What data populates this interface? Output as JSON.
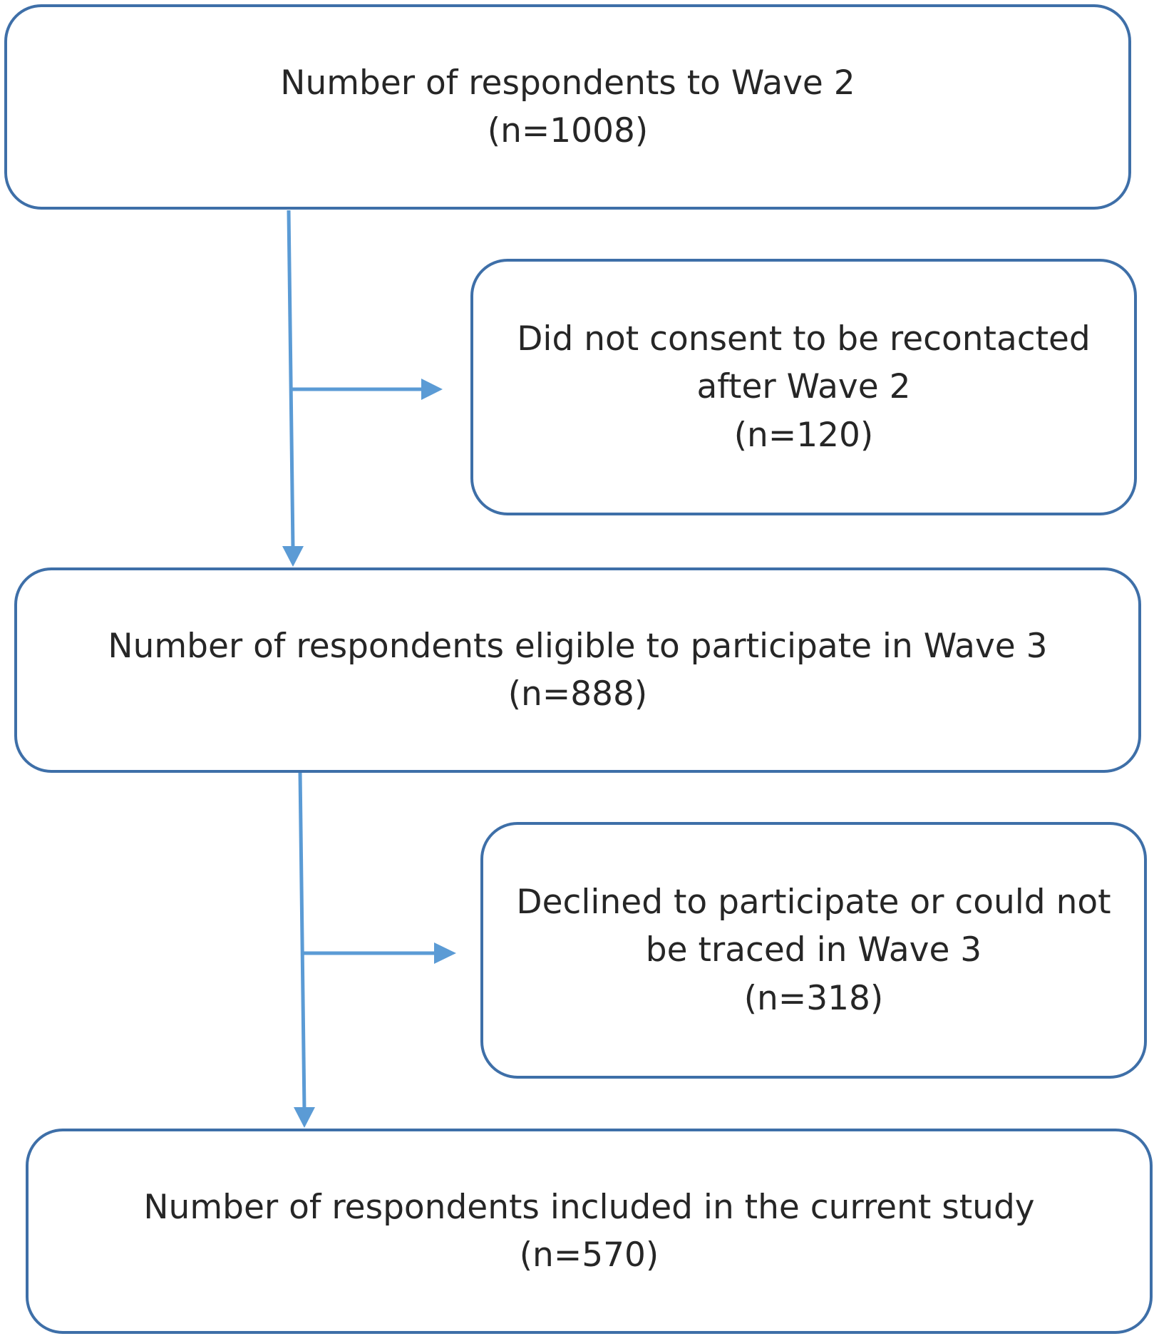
{
  "colors": {
    "border": "#3E6FA8",
    "arrow": "#5B9BD5",
    "text": "#262626",
    "background": "#ffffff"
  },
  "boxes": {
    "wave2": {
      "title": "Number of respondents to Wave 2",
      "count": "(n=1008)"
    },
    "no_consent": {
      "line1": "Did not consent to be recontacted",
      "line2": "after Wave 2",
      "count": "(n=120)"
    },
    "eligible": {
      "title": "Number of respondents eligible to participate in Wave 3",
      "count": "(n=888)"
    },
    "declined": {
      "line1": "Declined to participate or could not",
      "line2": "be traced in Wave 3",
      "count": "(n=318)"
    },
    "included": {
      "title": "Number of respondents included in the current study",
      "count": "(n=570)"
    }
  }
}
